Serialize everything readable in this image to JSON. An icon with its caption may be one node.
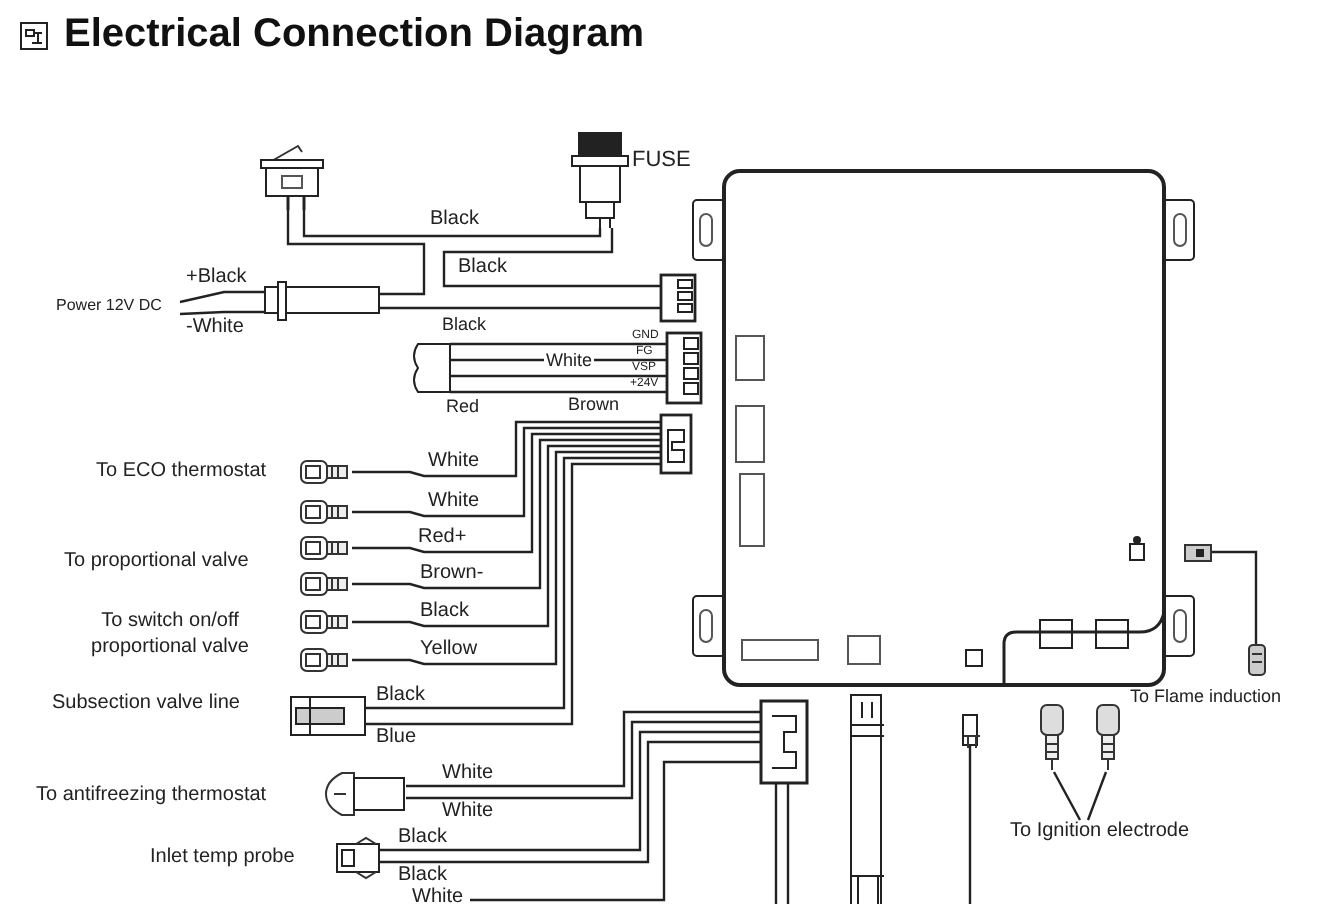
{
  "diagram": {
    "title": "Electrical Connection Diagram",
    "nodes": [
      {
        "text": [],
        "shape": "picture"
      },
      {
        "text": [],
        "shape": "picture",
        "beside": [
          "FUSE"
        ]
      },
      {
        "text": [
          "Power 12V DC"
        ]
      },
      {
        "text": [],
        "shape": "box"
      },
      {
        "text": [],
        "shape": "picture"
      },
      {
        "text": [],
        "shape": "picture"
      },
      {
        "text": [],
        "shape": "picture"
      },
      {
        "text": [],
        "shape": "picture"
      },
      {
        "text": [],
        "shape": "picture"
      },
      {
        "text": [],
        "shape": "picture"
      },
      {
        "text": [],
        "shape": "picture"
      },
      {
        "text": [],
        "shape": "picture"
      },
      {
        "text": [],
        "shape": "picture"
      },
      {
        "text": [],
        "shape": "picture"
      },
      {
        "text": [],
        "shape": "picture"
      },
      {
        "text": [],
        "shape": "picture"
      },
      {
        "text": [],
        "shape": "picture"
      },
      {
        "text": [],
        "shape": "box"
      },
      {
        "text": [],
        "shape": "box"
      },
      {
        "text": [],
        "shape": "picture"
      },
      {
        "text": [],
        "shape": "picture"
      },
      {
        "text": [
          "To Ignition electrode"
        ]
      },
      {
        "text": [],
        "shape": "picture"
      },
      {
        "text": [],
        "shape": "picture",
        "beside": [
          "To Flame induction"
        ]
      },
      {
        "text": [],
        "shape": "picture"
      },
      {
        "text": [],
        "shape": "picture"
      }
    ],
    "edges": [
      {
        "from": 2,
        "to": 3,
        "arrow": "none",
        "label": "+Black"
      },
      {
        "from": 2,
        "to": 3,
        "arrow": "none",
        "label": "-White"
      },
      {
        "from": 3,
        "to": 0,
        "arrow": "none"
      },
      {
        "from": 0,
        "to": 1,
        "arrow": "none",
        "label": "Black"
      },
      {
        "from": 1,
        "to": 24,
        "arrow": "none",
        "label": "Black"
      },
      {
        "from": 3,
        "to": 24,
        "arrow": "none"
      },
      {
        "from": 5,
        "to": 25,
        "arrow": "none",
        "label": "Black"
      },
      {
        "from": 5,
        "to": 25,
        "arrow": "none",
        "label": "White"
      },
      {
        "from": 5,
        "to": 25,
        "arrow": "none",
        "label": "Brown"
      },
      {
        "from": 5,
        "to": 25,
        "arrow": "none",
        "label": "Red"
      },
      {
        "from": 6,
        "to": 13,
        "arrow": "none",
        "label": "White"
      },
      {
        "from": 7,
        "to": 13,
        "arrow": "none",
        "label": "White"
      },
      {
        "from": 8,
        "to": 13,
        "arrow": "none",
        "label": "Red+"
      },
      {
        "from": 9,
        "to": 13,
        "arrow": "none",
        "label": "Brown-"
      },
      {
        "from": 10,
        "to": 13,
        "arrow": "none",
        "label": "Black"
      },
      {
        "from": 11,
        "to": 13,
        "arrow": "none",
        "label": "Yellow"
      },
      {
        "from": 12,
        "to": 13,
        "arrow": "none",
        "label": "Black"
      },
      {
        "from": 12,
        "to": 13,
        "arrow": "none",
        "label": "Blue"
      },
      {
        "from": 14,
        "to": 16,
        "arrow": "none",
        "label": "White"
      },
      {
        "from": 14,
        "to": 16,
        "arrow": "none",
        "label": "White"
      },
      {
        "from": 15,
        "to": 16,
        "arrow": "none",
        "label": "Black"
      },
      {
        "from": 15,
        "to": 16,
        "arrow": "none",
        "label": "Black"
      },
      {
        "from": null,
        "to": 16,
        "arrow": "none",
        "label": "White"
      },
      {
        "from": 16,
        "to": null,
        "arrow": "none"
      },
      {
        "from": 16,
        "to": null,
        "arrow": "none"
      },
      {
        "from": 18,
        "to": null,
        "arrow": "none"
      },
      {
        "from": 21,
        "to": 19,
        "arrow": "none"
      },
      {
        "from": 21,
        "to": 20,
        "arrow": "none"
      },
      {
        "from": 22,
        "to": 23,
        "arrow": "none"
      }
    ],
    "labels": [
      "GND",
      "FG",
      "VSP",
      "+24V",
      "To ECO thermostat",
      "To proportional valve",
      "To switch on/off proportional valve",
      "Subsection valve line",
      "To antifreezing thermostat",
      "Inlet temp probe"
    ]
  }
}
